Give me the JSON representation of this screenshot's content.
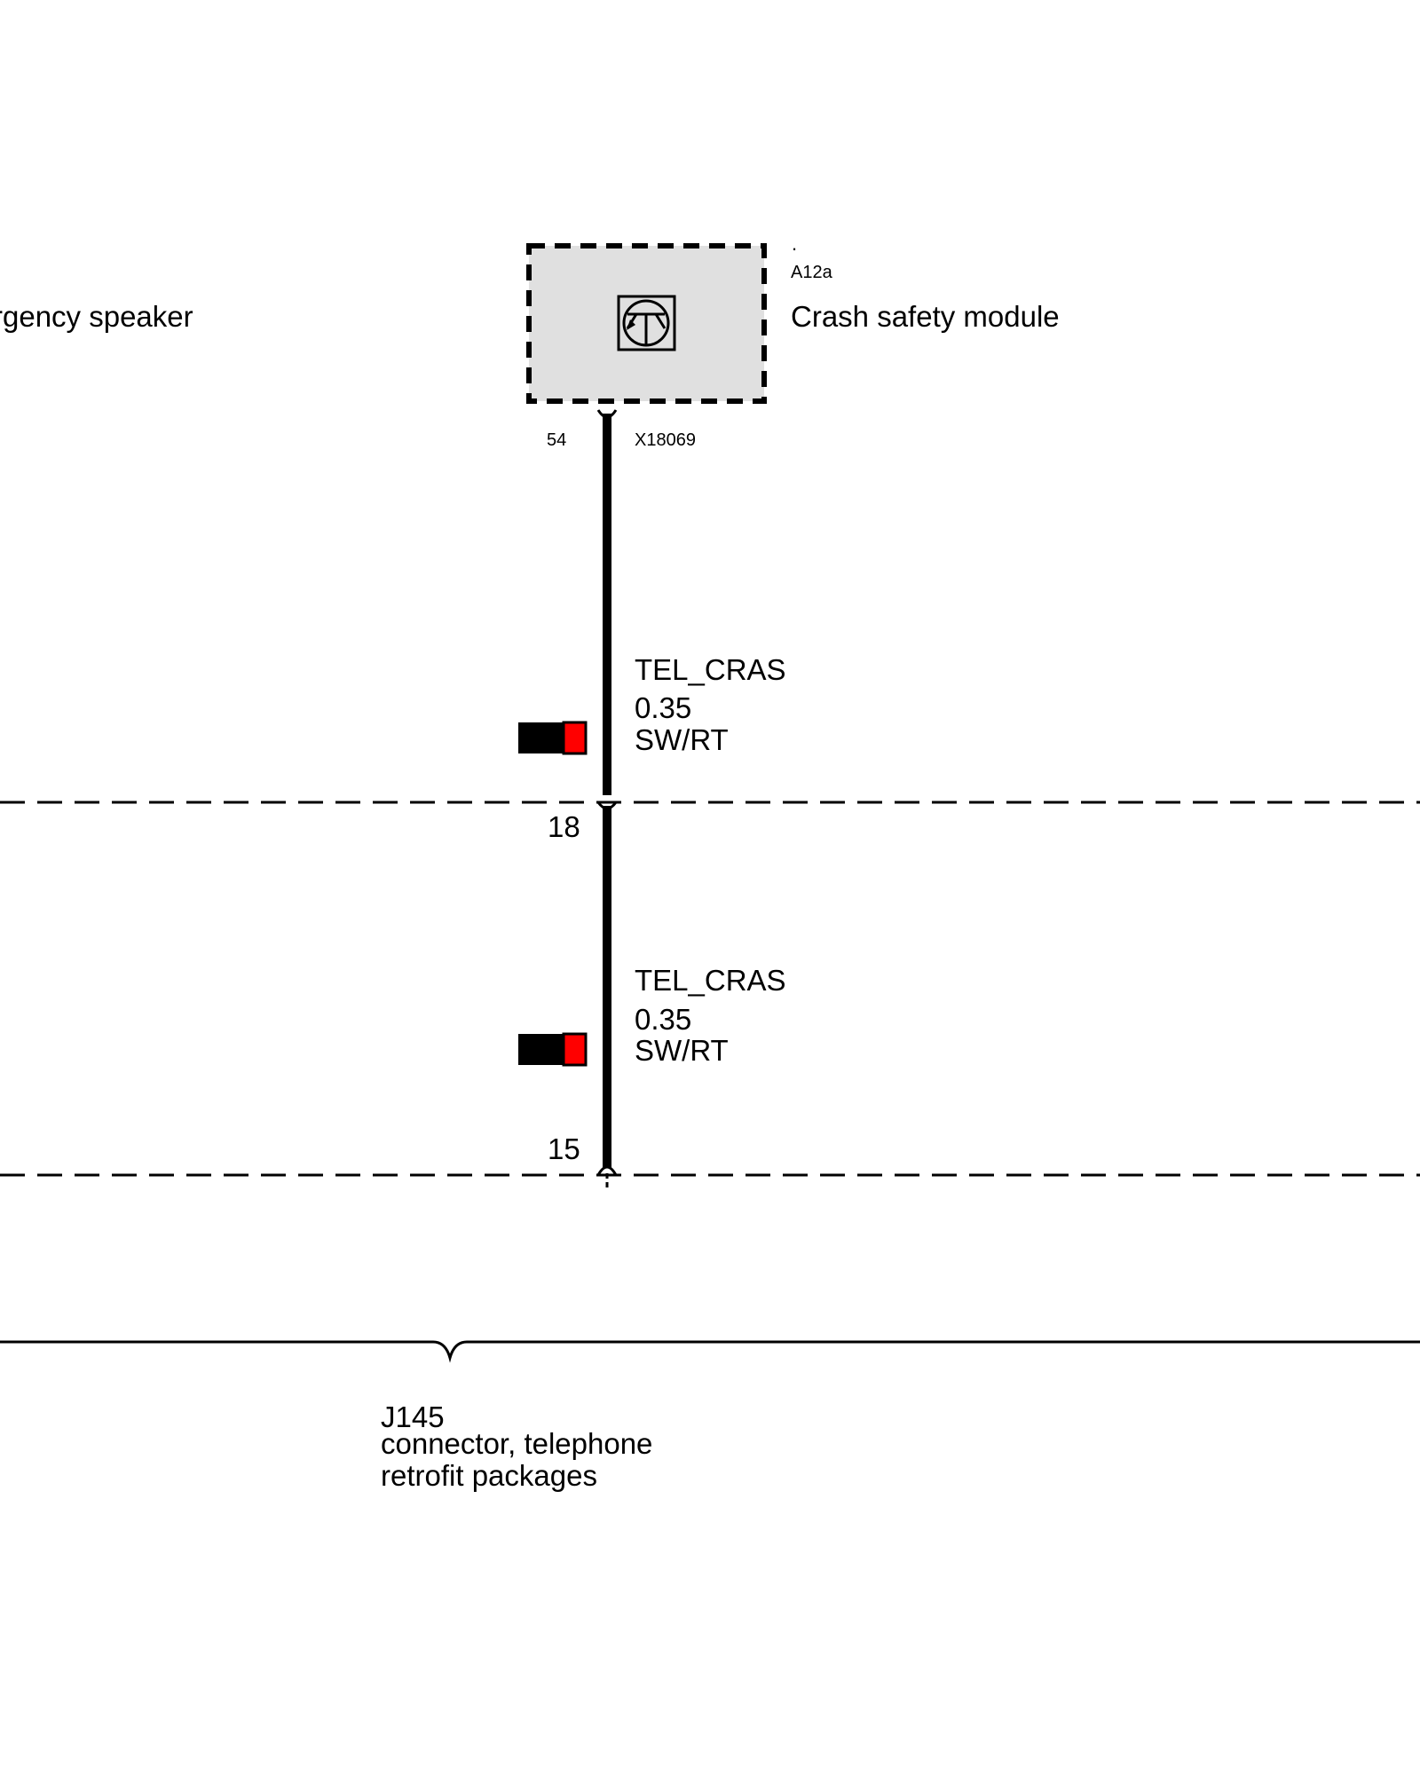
{
  "left_component": {
    "label": "rgency speaker"
  },
  "module": {
    "dot": ".",
    "code": "A12a",
    "name": "Crash safety module",
    "icon": "transistor-icon",
    "fill_color": "#e0e0e0"
  },
  "module_connector": {
    "pin": "54",
    "id": "X18069"
  },
  "wire_segments": [
    {
      "signal": "TEL_CRAS",
      "gauge": "0.35",
      "color_code": "SW/RT",
      "colors": [
        "#000000",
        "#ff0000"
      ]
    },
    {
      "signal": "TEL_CRAS",
      "gauge": "0.35",
      "color_code": "SW/RT",
      "colors": [
        "#000000",
        "#ff0000"
      ]
    }
  ],
  "connector_pins": {
    "upper": "18",
    "lower": "15"
  },
  "connector": {
    "code": "J145",
    "line1": "connector, telephone",
    "line2": "retrofit packages"
  }
}
